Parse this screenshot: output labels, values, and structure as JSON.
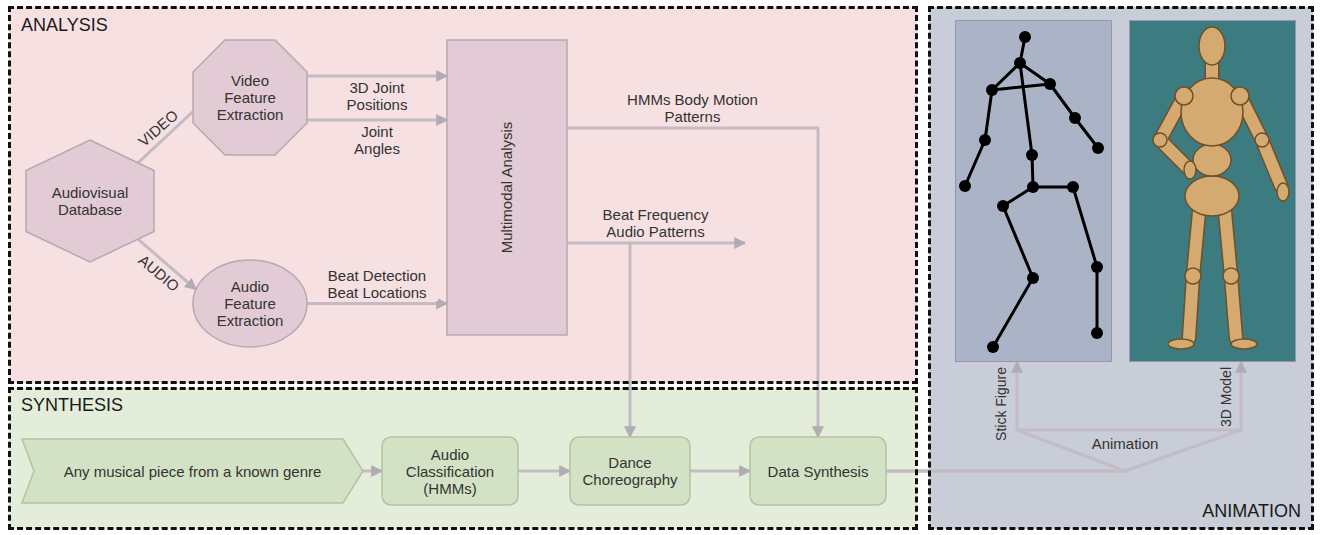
{
  "diagram": {
    "nodes": [
      {
        "text": [
          "ANALYSIS"
        ]
      },
      {
        "text": [
          "Audiovisual Database"
        ],
        "in": 0
      },
      {
        "text": [
          "Video Feature Extraction"
        ],
        "in": 0
      },
      {
        "text": [
          "Audio Feature Extraction"
        ],
        "in": 0
      },
      {
        "text": [
          "Multimodal Analysis"
        ],
        "in": 0
      },
      {
        "text": [
          "SYNTHESIS"
        ]
      },
      {
        "text": [
          "Any musical piece from a known genre"
        ],
        "in": 5
      },
      {
        "text": [
          "Audio Classification (HMMs)"
        ],
        "in": 5
      },
      {
        "text": [
          "Dance Choreography"
        ],
        "in": 5
      },
      {
        "text": [
          "Data Synthesis"
        ],
        "in": 5
      },
      {
        "text": [
          "ANIMATION"
        ]
      },
      {
        "text": [
          "Stick Figure"
        ],
        "in": 10
      },
      {
        "text": [
          "3D Model"
        ],
        "in": 10
      }
    ],
    "edges": [
      {
        "from": 1,
        "to": 2,
        "label": "VIDEO",
        "arrow": "none"
      },
      {
        "from": 1,
        "to": 3,
        "label": "AUDIO",
        "arrow": "to"
      },
      {
        "from": 2,
        "to": 4,
        "label": "3D Joint Positions",
        "arrow": "to"
      },
      {
        "from": 2,
        "to": 4,
        "label": "Joint Angles",
        "arrow": "to"
      },
      {
        "from": 3,
        "to": 4,
        "label": "Beat Detection Beat Locations",
        "arrow": "to"
      },
      {
        "from": 4,
        "to": 9,
        "label": "HMMs Body Motion Patterns",
        "arrow": "to"
      },
      {
        "from": 4,
        "to": 8,
        "label": "Beat Frequency Audio Patterns",
        "arrow": "to"
      },
      {
        "from": 6,
        "to": 7,
        "arrow": "to"
      },
      {
        "from": 7,
        "to": 8,
        "arrow": "to"
      },
      {
        "from": 8,
        "to": 9,
        "arrow": "to"
      },
      {
        "from": 9,
        "to": 11,
        "label": "Animation",
        "arrow": "to"
      },
      {
        "from": 9,
        "to": 12,
        "arrow": "to"
      }
    ]
  }
}
